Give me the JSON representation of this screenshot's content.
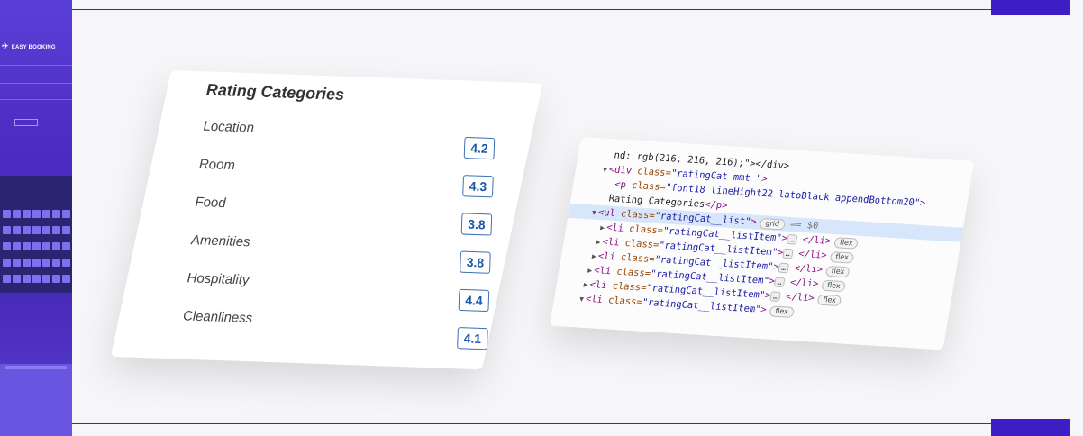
{
  "background_strip": {
    "logo_text": "EASY BOOKING",
    "accent_color": "#4b2bc2"
  },
  "rating_card": {
    "title": "Rating Categories",
    "items": [
      {
        "label": "Location",
        "value": "4.2"
      },
      {
        "label": "Room",
        "value": "4.3"
      },
      {
        "label": "Food",
        "value": "3.8"
      },
      {
        "label": "Amenities",
        "value": "3.8"
      },
      {
        "label": "Hospitality",
        "value": "4.4"
      },
      {
        "label": "Cleanliness",
        "value": "4.1"
      }
    ]
  },
  "devtools": {
    "line0": "nd: rgb(216, 216, 216);\"></div>",
    "div_class": "ratingCat mmt ",
    "p_class": "font18 lineHight22 latoBlack appendBottom20",
    "p_text": "Rating Categories",
    "ul_class": "ratingCat__list",
    "ul_badge": "grid",
    "ul_eq": "== $0",
    "li_class": "ratingCat__listItem",
    "li_badge": "flex",
    "ellipsis": "…"
  }
}
